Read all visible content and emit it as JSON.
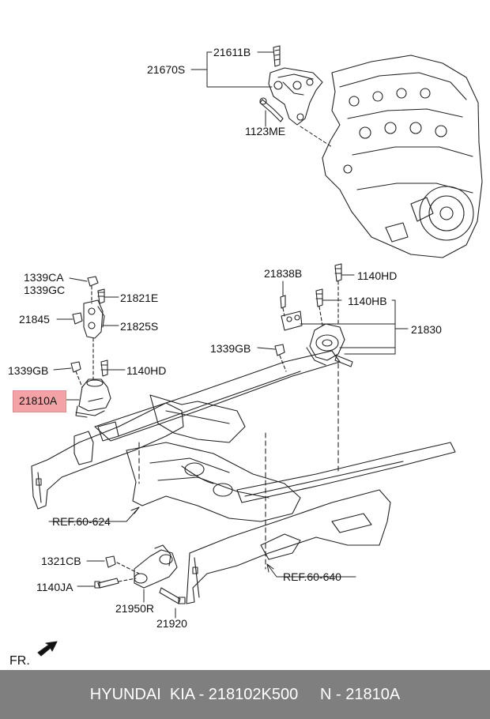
{
  "labels": {
    "l21611B": "21611B",
    "l21670S": "21670S",
    "l1123ME": "1123ME",
    "l1339CA": "1339CA",
    "l1339GC": "1339GC",
    "l21821E": "21821E",
    "l21845": "21845",
    "l21825S": "21825S",
    "l1339GB_left": "1339GB",
    "l1140HD_left": "1140HD",
    "l21810A": "21810A",
    "l21838B": "21838B",
    "l1140HD_right": "1140HD",
    "l1140HB": "1140HB",
    "l21830": "21830",
    "l1339GB_right": "1339GB",
    "ref_624": "REF.60-624",
    "ref_640": "REF.60-640",
    "l1321CB": "1321CB",
    "l1140JA": "1140JA",
    "l21950R": "21950R",
    "l21920": "21920",
    "fr": "FR."
  },
  "highlight_color": "#f3a3a6",
  "footer": {
    "text": "HYUNDAI  KIA - 218102K500     N - 21810A",
    "bg_color": "#7f7f7f"
  }
}
